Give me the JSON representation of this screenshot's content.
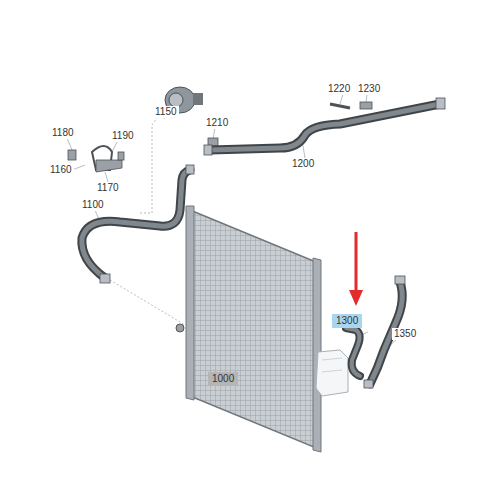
{
  "diagram": {
    "labels": [
      "1180",
      "1150",
      "1190",
      "1210",
      "1220",
      "1230",
      "1160",
      "1170",
      "1200",
      "1100",
      "1300",
      "1350",
      "1000"
    ]
  }
}
